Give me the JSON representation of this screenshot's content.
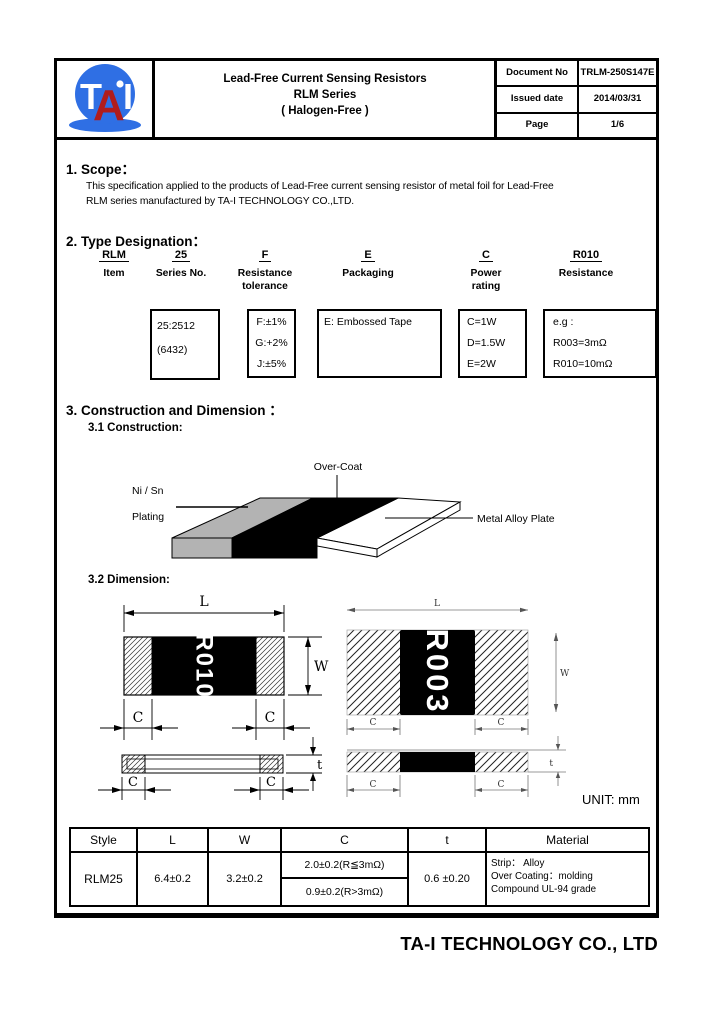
{
  "header": {
    "logo": {
      "t": "T",
      "a": "A",
      "dot": "·",
      "i": "I"
    },
    "title_lines": [
      "Lead-Free Current Sensing Resistors",
      "RLM Series",
      "( Halogen-Free )"
    ],
    "doc_table": {
      "rows": [
        {
          "label": "Document No",
          "value": "TRLM-250S147E"
        },
        {
          "label": "Issued date",
          "value": "2014/03/31"
        },
        {
          "label": "Page",
          "value": "1/6"
        }
      ]
    }
  },
  "scope": {
    "heading": "1. Scope：",
    "body_lines": [
      "This specification applied to the products of Lead-Free current sensing resistor of metal foil for Lead-Free",
      "RLM series manufactured by TA-I TECHNOLOGY CO.,LTD."
    ]
  },
  "type_designation": {
    "heading": "2. Type Designation：",
    "columns": [
      {
        "code": "RLM",
        "label": "Item"
      },
      {
        "code": "25",
        "label": "Series No."
      },
      {
        "code": "F",
        "label": "Resistance tolerance"
      },
      {
        "code": "E",
        "label": "Packaging"
      },
      {
        "code": "C",
        "label": "Power rating"
      },
      {
        "code": "R010",
        "label": "Resistance"
      }
    ],
    "boxes": [
      {
        "lines": [
          "25:2512",
          "(6432)"
        ]
      },
      {
        "lines": [
          "F:±1%",
          "G:+2%",
          "J:±5%"
        ]
      },
      {
        "lines": [
          "E: Embossed Tape"
        ]
      },
      {
        "lines": [
          "C=1W",
          "D=1.5W",
          "E=2W"
        ]
      },
      {
        "lines": [
          "e.g :",
          "R003=3mΩ",
          "R010=10mΩ"
        ]
      }
    ]
  },
  "construction": {
    "heading": "3. Construction and Dimension ：",
    "sub_construction": "3.1 Construction:",
    "sub_dimension": "3.2 Dimension:",
    "labels": {
      "over_coat": "Over-Coat",
      "plating_line1": "Ni / Sn",
      "plating_line2": "Plating",
      "metal_alloy_plate": "Metal Alloy Plate"
    }
  },
  "dimension_drawing": {
    "left_marking": "R010",
    "right_marking": "R003",
    "dim_L": "L",
    "dim_W": "W",
    "dim_C": "C",
    "dim_t": "t",
    "unit": "UNIT: mm"
  },
  "spec_table": {
    "headers": [
      "Style",
      "L",
      "W",
      "C",
      "t",
      "Material"
    ],
    "row": {
      "style": "RLM25",
      "L": "6.4±0.2",
      "W": "3.2±0.2",
      "C_top": "2.0±0.2(R≦3mΩ)",
      "C_bottom": "0.9±0.2(R>3mΩ)",
      "t": "0.6 ±0.20",
      "material_lines": [
        "Strip：  Alloy",
        "Over Coating：molding",
        "Compound UL-94 grade"
      ]
    }
  },
  "footer": {
    "company": "TA-I TECHNOLOGY CO., LTD"
  },
  "colors": {
    "logo_blue": "#2f6fe4",
    "logo_red": "#b01c1c",
    "plating_gray": "#b3b3b3",
    "ink": "#000000",
    "paper": "#ffffff"
  }
}
